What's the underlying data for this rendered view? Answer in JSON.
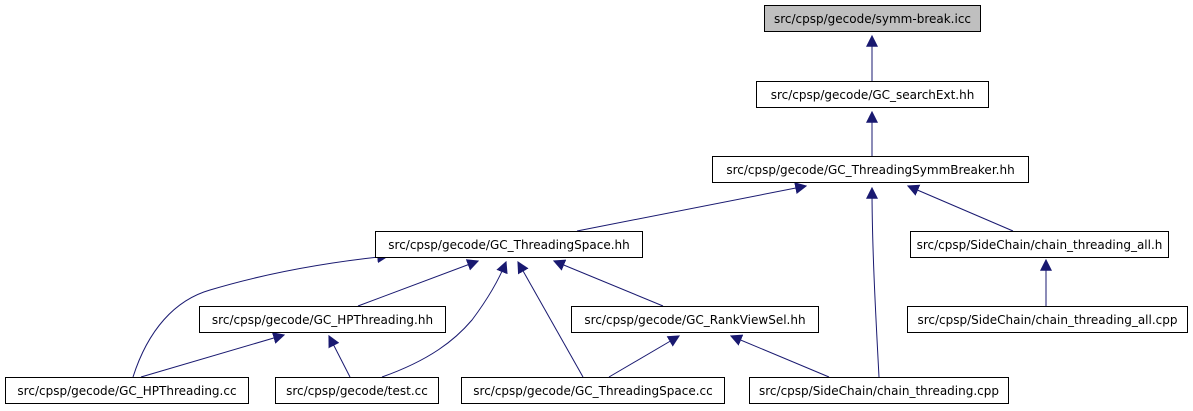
{
  "colors": {
    "edge": "#191970",
    "root_fill": "#bfbfbf",
    "node_fill": "#ffffff",
    "border": "#000000"
  },
  "nodes": {
    "symm_break_icc": "src/cpsp/gecode/symm-break.icc",
    "gc_searchext_hh": "src/cpsp/gecode/GC_searchExt.hh",
    "gc_threadingsymmbreaker_hh": "src/cpsp/gecode/GC_ThreadingSymmBreaker.hh",
    "gc_threadingspace_hh": "src/cpsp/gecode/GC_ThreadingSpace.hh",
    "chain_threading_all_h": "src/cpsp/SideChain/chain_threading_all.h",
    "gc_hpthreading_hh": "src/cpsp/gecode/GC_HPThreading.hh",
    "gc_rankviewsel_hh": "src/cpsp/gecode/GC_RankViewSel.hh",
    "chain_threading_all_cpp": "src/cpsp/SideChain/chain_threading_all.cpp",
    "gc_hpthreading_cc": "src/cpsp/gecode/GC_HPThreading.cc",
    "test_cc": "src/cpsp/gecode/test.cc",
    "gc_threadingspace_cc": "src/cpsp/gecode/GC_ThreadingSpace.cc",
    "chain_threading_cpp": "src/cpsp/SideChain/chain_threading.cpp"
  },
  "edges": [
    {
      "from": "gc_searchext_hh",
      "to": "symm_break_icc"
    },
    {
      "from": "gc_threadingsymmbreaker_hh",
      "to": "gc_searchext_hh"
    },
    {
      "from": "gc_threadingspace_hh",
      "to": "gc_threadingsymmbreaker_hh"
    },
    {
      "from": "chain_threading_all_h",
      "to": "gc_threadingsymmbreaker_hh"
    },
    {
      "from": "chain_threading_cpp",
      "to": "gc_threadingsymmbreaker_hh"
    },
    {
      "from": "gc_hpthreading_hh",
      "to": "gc_threadingspace_hh"
    },
    {
      "from": "gc_rankviewsel_hh",
      "to": "gc_threadingspace_hh"
    },
    {
      "from": "gc_hpthreading_cc",
      "to": "gc_threadingspace_hh"
    },
    {
      "from": "test_cc",
      "to": "gc_threadingspace_hh"
    },
    {
      "from": "gc_threadingspace_cc",
      "to": "gc_threadingspace_hh"
    },
    {
      "from": "chain_threading_all_cpp",
      "to": "chain_threading_all_h"
    },
    {
      "from": "gc_hpthreading_cc",
      "to": "gc_hpthreading_hh"
    },
    {
      "from": "test_cc",
      "to": "gc_hpthreading_hh"
    },
    {
      "from": "gc_threadingspace_cc",
      "to": "gc_rankviewsel_hh"
    },
    {
      "from": "chain_threading_cpp",
      "to": "gc_rankviewsel_hh"
    }
  ]
}
